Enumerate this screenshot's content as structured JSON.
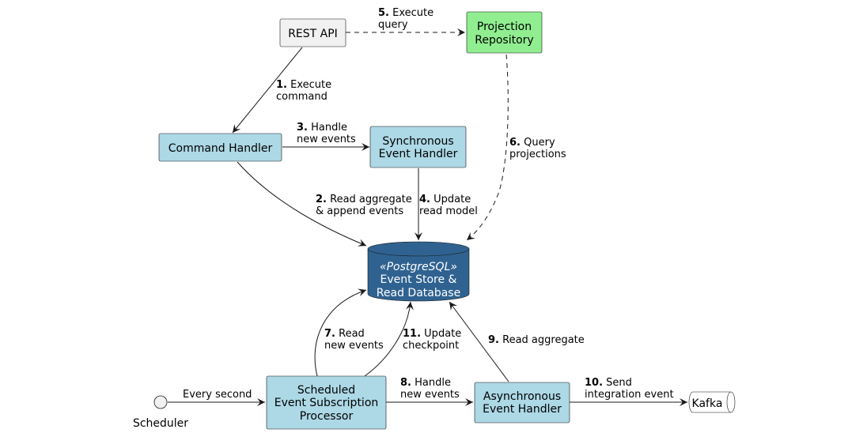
{
  "nodes": {
    "rest_api": "REST API",
    "projection_repository": [
      "Projection",
      "Repository"
    ],
    "command_handler": "Command Handler",
    "sync_handler": [
      "Synchronous",
      "Event Handler"
    ],
    "database": {
      "stereotype": "«PostgreSQL»",
      "lines": [
        "Event Store &",
        "Read Database"
      ]
    },
    "scheduler": "Scheduler",
    "processor": [
      "Scheduled",
      "Event Subscription",
      "Processor"
    ],
    "async_handler": [
      "Asynchronous",
      "Event Handler"
    ],
    "kafka": "Kafka"
  },
  "edges": [
    {
      "id": "e1",
      "num": "1.",
      "lines": [
        "Execute",
        "command"
      ]
    },
    {
      "id": "e2",
      "num": "2.",
      "lines": [
        "Read aggregate",
        "& append events"
      ]
    },
    {
      "id": "e3",
      "num": "3.",
      "lines": [
        "Handle",
        "new events"
      ]
    },
    {
      "id": "e4",
      "num": "4.",
      "lines": [
        "Update",
        "read model"
      ]
    },
    {
      "id": "e5",
      "num": "5.",
      "lines": [
        "Execute",
        "query"
      ]
    },
    {
      "id": "e6",
      "num": "6.",
      "lines": [
        "Query",
        "projections"
      ]
    },
    {
      "id": "e7",
      "num": "7.",
      "lines": [
        "Read",
        "new events"
      ]
    },
    {
      "id": "e8",
      "num": "8.",
      "lines": [
        "Handle",
        "new events"
      ]
    },
    {
      "id": "e9",
      "num": "9.",
      "lines": [
        "Read aggregate"
      ]
    },
    {
      "id": "e10",
      "num": "10.",
      "lines": [
        "Send",
        "integration event"
      ]
    },
    {
      "id": "e11",
      "num": "11.",
      "lines": [
        "Update",
        "checkpoint"
      ]
    },
    {
      "id": "e_sched",
      "num": "",
      "lines": [
        "Every second"
      ]
    }
  ],
  "colors": {
    "handler_fill": "#ADD8E6",
    "projection_fill": "#90EE90",
    "rest_fill": "#F1F1F1",
    "db_fill": "#2F6290",
    "stroke": "#181818"
  }
}
